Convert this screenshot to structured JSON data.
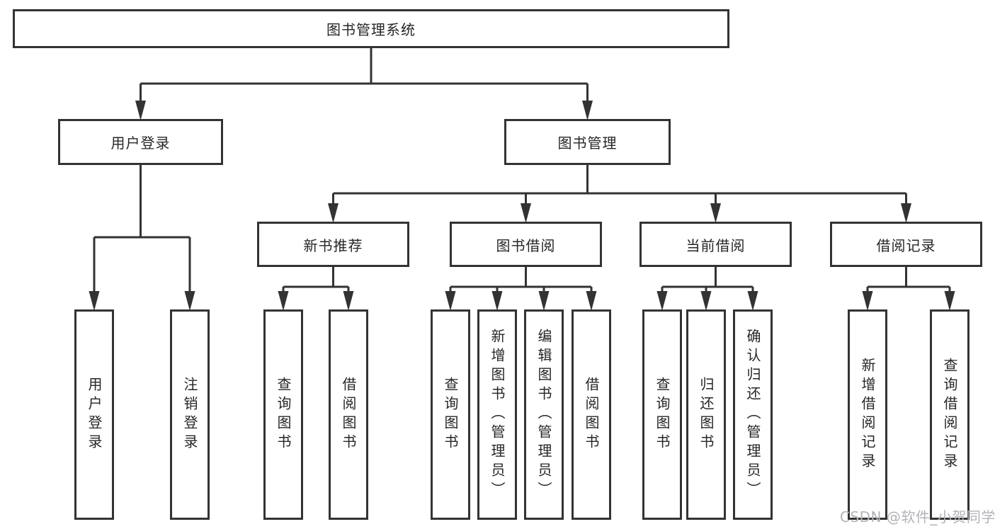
{
  "diagram": {
    "root": {
      "label": "图书管理系统"
    },
    "branches": [
      {
        "label": "用户登录",
        "children": [
          {
            "label": "用户登录"
          },
          {
            "label": "注销登录"
          }
        ]
      },
      {
        "label": "图书管理",
        "children": [
          {
            "label": "新书推荐",
            "children": [
              {
                "label": "查询图书"
              },
              {
                "label": "借阅图书"
              }
            ]
          },
          {
            "label": "图书借阅",
            "children": [
              {
                "label": "查询图书"
              },
              {
                "label": "新增图书（管理员）"
              },
              {
                "label": "编辑图书（管理员）"
              },
              {
                "label": "借阅图书"
              }
            ]
          },
          {
            "label": "当前借阅",
            "children": [
              {
                "label": "查询图书"
              },
              {
                "label": "归还图书"
              },
              {
                "label": "确认归还（管理员）"
              }
            ]
          },
          {
            "label": "借阅记录",
            "children": [
              {
                "label": "新增借阅记录"
              },
              {
                "label": "查询借阅记录"
              }
            ]
          }
        ]
      }
    ]
  },
  "colors": {
    "line": "#333333",
    "text": "#262626",
    "watermark": "#b3b3b8"
  },
  "watermark": {
    "text": "CSDN @软件_小贺同学"
  }
}
